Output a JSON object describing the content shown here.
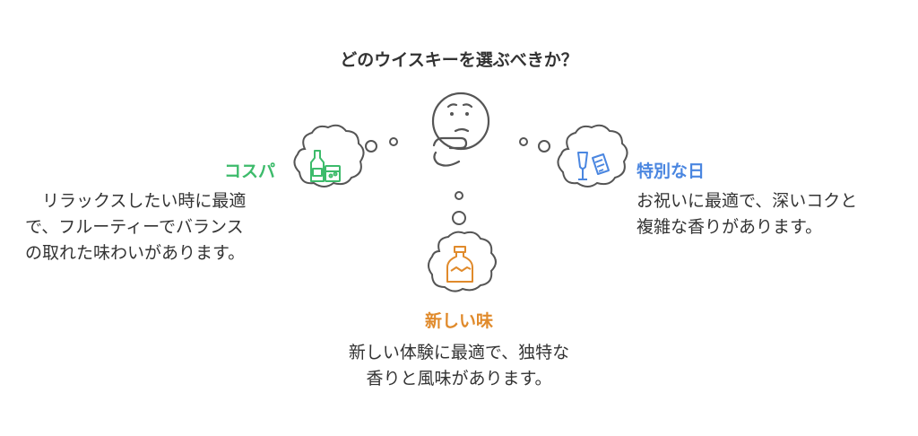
{
  "title": "どのウイスキーを選ぶべきか？",
  "options": {
    "cost": {
      "heading": "コスパ",
      "description": "　リラックスしたい時に最適\nで、フルーティーでバランス\nの取れた味わいがあります。",
      "color": "#3dbb6b",
      "icon": "whisky-bottle-and-glass-icon"
    },
    "special": {
      "heading": "特別な日",
      "description": "お祝いに最適で、深いコクと\n複雑な香りがあります。",
      "color": "#4a86e0",
      "icon": "champagne-glass-and-menu-icon"
    },
    "new_taste": {
      "heading": "新しい味",
      "description": "新しい体験に最適で、独特な\n香りと風味があります。",
      "color": "#e08a2b",
      "icon": "bottle-icon"
    }
  },
  "center_icon": "thinking-face-icon"
}
